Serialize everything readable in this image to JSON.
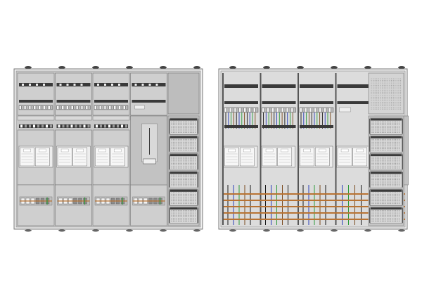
{
  "drawings": [
    {
      "view": "front-closed",
      "sections": [
        {
          "kind": "meter",
          "mid_label": "",
          "bottom_label": ""
        },
        {
          "kind": "meter",
          "mid_label": "",
          "bottom_label": ""
        },
        {
          "kind": "meter",
          "mid_label": "",
          "bottom_label": ""
        },
        {
          "kind": "main-switch"
        },
        {
          "kind": "distribution"
        }
      ]
    },
    {
      "view": "front-open-wired",
      "sections": [
        {
          "kind": "meter"
        },
        {
          "kind": "meter"
        },
        {
          "kind": "meter"
        },
        {
          "kind": "main-switch"
        },
        {
          "kind": "distribution"
        }
      ]
    }
  ],
  "colors": {
    "panel": "#c8c8c8",
    "frame": "#8a8a8a",
    "rail": "#3a3a3a",
    "busbar": "#b87333",
    "wire_green": "#2e9b3a",
    "wire_blue": "#2b3fb8",
    "wire_black": "#1a1a1a",
    "wire_brown": "#7a4a1e"
  }
}
